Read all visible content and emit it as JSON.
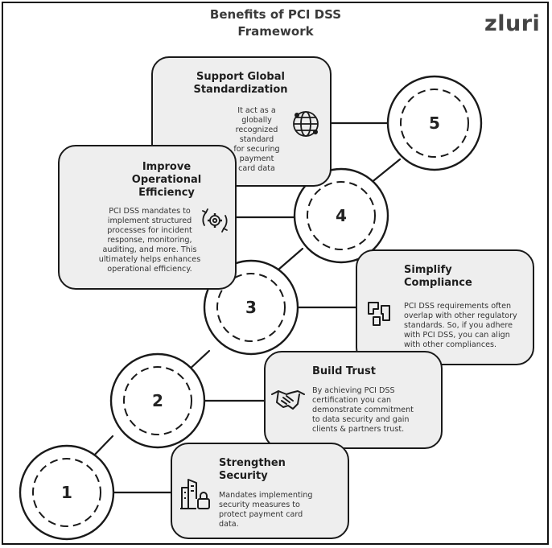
{
  "title_line1": "Benefits of PCI DSS",
  "title_line2": "Framework",
  "logo_text": "zluri",
  "steps": [
    {
      "number": "1",
      "title_line1": "Strengthen",
      "title_line2": "Security",
      "desc": [
        "Mandates implementing",
        "security measures to",
        "protect payment card",
        "data."
      ],
      "icon": "building-lock-icon"
    },
    {
      "number": "2",
      "title_line1": "Build Trust",
      "title_line2": "",
      "desc": [
        "By achieving PCI DSS",
        "certification you can",
        "demonstrate commitment",
        "to data security and gain",
        "clients & partners trust."
      ],
      "icon": "handshake-icon"
    },
    {
      "number": "3",
      "title_line1": "Simplify",
      "title_line2": "Compliance",
      "desc": [
        "PCI DSS requirements often",
        "overlap with other regulatory",
        "standards. So, if you adhere",
        "with PCI DSS, you can align",
        "with other compliances."
      ],
      "icon": "puzzle-blocks-icon"
    },
    {
      "number": "4",
      "title_line1": "Improve",
      "title_line2": "Operational",
      "title_line3": "Efficiency",
      "desc": [
        "PCI DSS mandates to",
        "implement structured",
        "processes for incident",
        "response, monitoring,",
        "auditing, and more. This",
        "ultimately helps enhances",
        "operational efficiency."
      ],
      "icon": "gear-cycle-icon"
    },
    {
      "number": "5",
      "title_line1": "Support Global",
      "title_line2": "Standardization",
      "desc": [
        "It act as a",
        "globally",
        "recognized",
        "standard",
        "for securing",
        "payment",
        "card data"
      ],
      "icon": "globe-network-icon"
    }
  ],
  "colors": {
    "card_fill": "#eeeeee",
    "outline": "#1a1a1a",
    "text": "#333333"
  }
}
